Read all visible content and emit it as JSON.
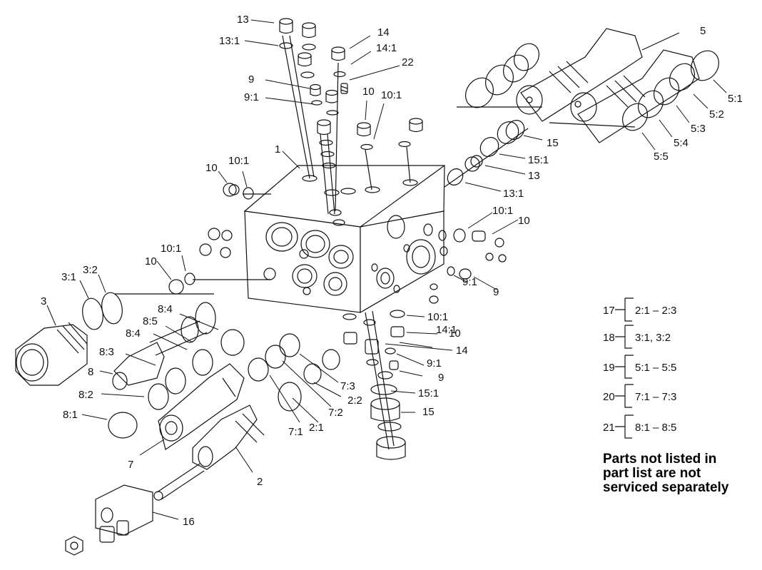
{
  "figure": {
    "callouts": [
      {
        "id": "c13a",
        "text": "13"
      },
      {
        "id": "c13_1a",
        "text": "13:1"
      },
      {
        "id": "c14a",
        "text": "14"
      },
      {
        "id": "c14_1a",
        "text": "14:1"
      },
      {
        "id": "c22",
        "text": "22"
      },
      {
        "id": "c9a",
        "text": "9"
      },
      {
        "id": "c9_1a",
        "text": "9:1"
      },
      {
        "id": "c10a",
        "text": "10"
      },
      {
        "id": "c10_1a",
        "text": "10:1"
      },
      {
        "id": "c1",
        "text": "1"
      },
      {
        "id": "c10b",
        "text": "10"
      },
      {
        "id": "c10_1b",
        "text": "10:1"
      },
      {
        "id": "c5",
        "text": "5"
      },
      {
        "id": "c5_1",
        "text": "5:1"
      },
      {
        "id": "c5_2",
        "text": "5:2"
      },
      {
        "id": "c5_3",
        "text": "5:3"
      },
      {
        "id": "c5_4",
        "text": "5:4"
      },
      {
        "id": "c5_5",
        "text": "5:5"
      },
      {
        "id": "c15a",
        "text": "15"
      },
      {
        "id": "c15_1a",
        "text": "15:1"
      },
      {
        "id": "c13b",
        "text": "13"
      },
      {
        "id": "c13_1b",
        "text": "13:1"
      },
      {
        "id": "c10_1c",
        "text": "10:1"
      },
      {
        "id": "c10c",
        "text": "10"
      },
      {
        "id": "c10_1d",
        "text": "10:1"
      },
      {
        "id": "c10d",
        "text": "10"
      },
      {
        "id": "c9b",
        "text": "9"
      },
      {
        "id": "c9_1b",
        "text": "9:1"
      },
      {
        "id": "c3_1",
        "text": "3:1"
      },
      {
        "id": "c3_2",
        "text": "3:2"
      },
      {
        "id": "c3",
        "text": "3"
      },
      {
        "id": "c8_4a",
        "text": "8:4"
      },
      {
        "id": "c8_5",
        "text": "8:5"
      },
      {
        "id": "c8_4b",
        "text": "8:4"
      },
      {
        "id": "c8_3",
        "text": "8:3"
      },
      {
        "id": "c8",
        "text": "8"
      },
      {
        "id": "c8_2",
        "text": "8:2"
      },
      {
        "id": "c8_1",
        "text": "8:1"
      },
      {
        "id": "c10_1e",
        "text": "10:1"
      },
      {
        "id": "c10e",
        "text": "10"
      },
      {
        "id": "c14_1b",
        "text": "14:1"
      },
      {
        "id": "c14b",
        "text": "14"
      },
      {
        "id": "c9_1c",
        "text": "9:1"
      },
      {
        "id": "c9c",
        "text": "9"
      },
      {
        "id": "c15_1b",
        "text": "15:1"
      },
      {
        "id": "c15b",
        "text": "15"
      },
      {
        "id": "c7_3",
        "text": "7:3"
      },
      {
        "id": "c2_2",
        "text": "2:2"
      },
      {
        "id": "c7_2",
        "text": "7:2"
      },
      {
        "id": "c7_1",
        "text": "7:1"
      },
      {
        "id": "c2_1",
        "text": "2:1"
      },
      {
        "id": "c7",
        "text": "7"
      },
      {
        "id": "c2",
        "text": "2"
      },
      {
        "id": "c16",
        "text": "16"
      }
    ]
  },
  "kits": [
    {
      "number": "17",
      "range": "2:1 – 2:3"
    },
    {
      "number": "18",
      "range": "3:1, 3:2"
    },
    {
      "number": "19",
      "range": "5:1 – 5:5"
    },
    {
      "number": "20",
      "range": "7:1 – 7:3"
    },
    {
      "number": "21",
      "range": "8:1 – 8:5"
    }
  ],
  "note": {
    "line1": "Parts not listed in",
    "line2": "part list are not",
    "line3": "serviced separately"
  }
}
